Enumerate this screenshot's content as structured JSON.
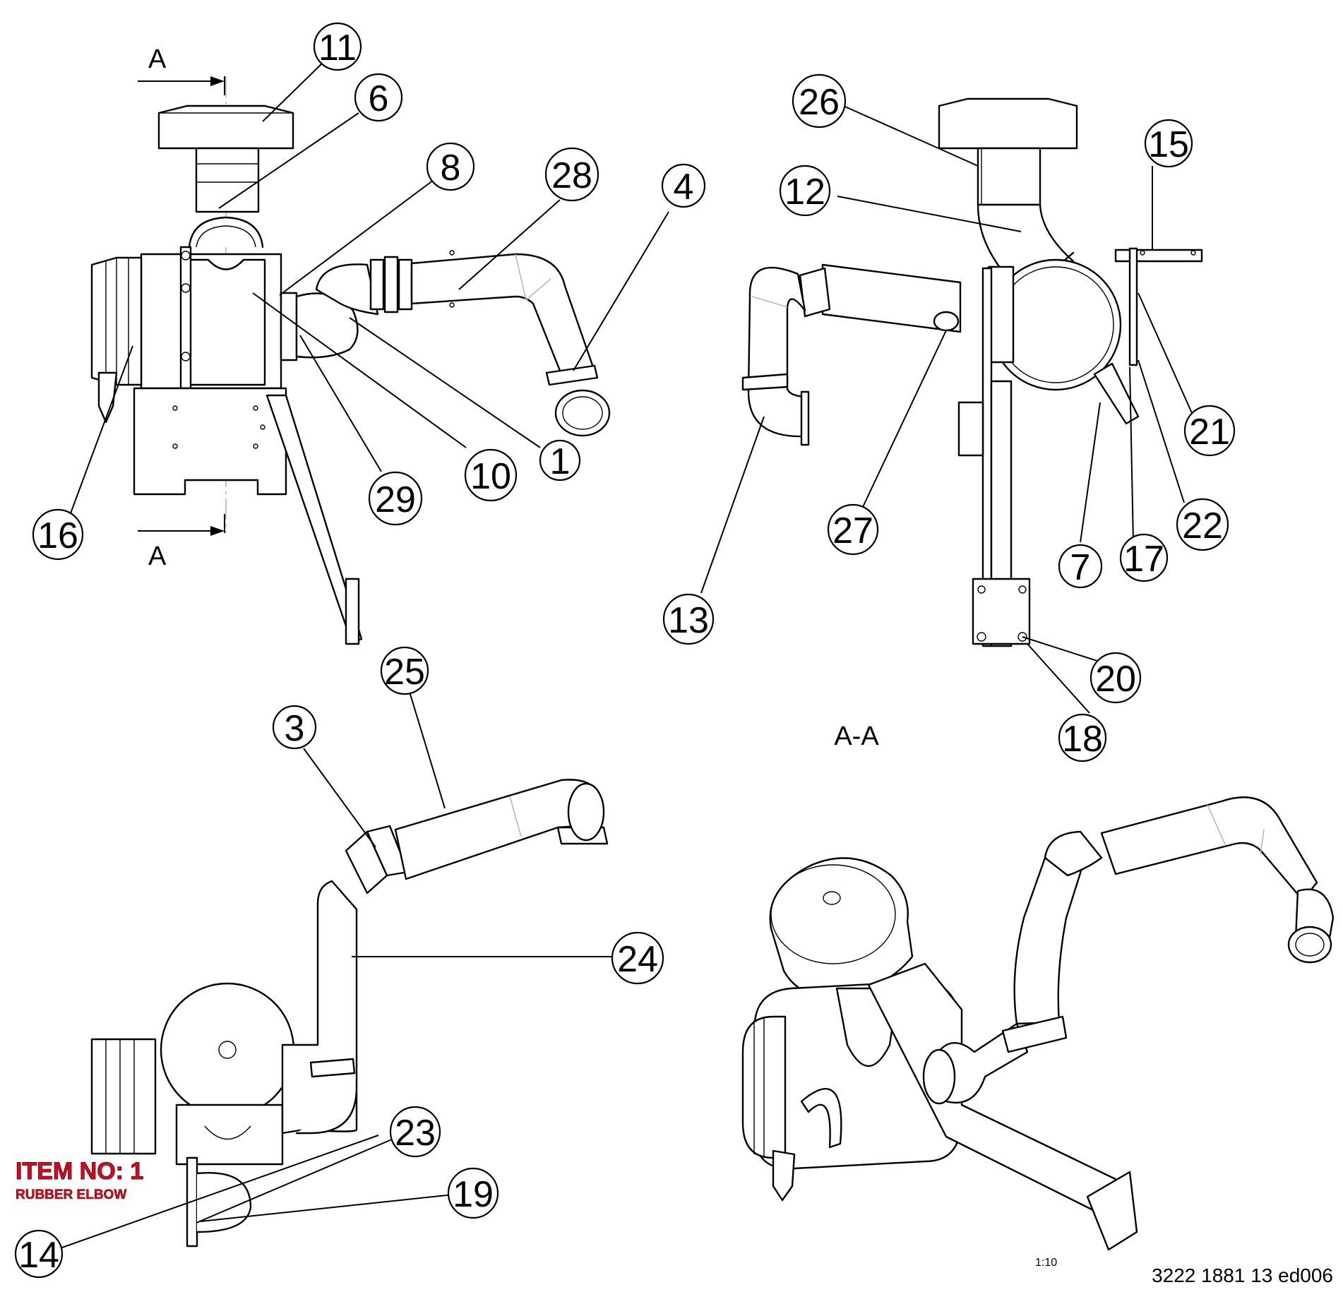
{
  "section_marks": {
    "top": "A",
    "bottom": "A"
  },
  "view_title": "A-A",
  "scale": "1:10",
  "document_number": "3222 1881 13 ed006",
  "highlight": {
    "item_no": "ITEM NO: 1",
    "description": "RUBBER ELBOW",
    "color": "#c8102e"
  },
  "callouts": [
    {
      "id": "c11",
      "label": "11"
    },
    {
      "id": "c6",
      "label": "6"
    },
    {
      "id": "c8",
      "label": "8"
    },
    {
      "id": "c28",
      "label": "28"
    },
    {
      "id": "c4",
      "label": "4"
    },
    {
      "id": "c16",
      "label": "16"
    },
    {
      "id": "c29",
      "label": "29"
    },
    {
      "id": "c10",
      "label": "10"
    },
    {
      "id": "c1",
      "label": "1"
    },
    {
      "id": "c26",
      "label": "26"
    },
    {
      "id": "c12",
      "label": "12"
    },
    {
      "id": "c15",
      "label": "15"
    },
    {
      "id": "c21",
      "label": "21"
    },
    {
      "id": "c22",
      "label": "22"
    },
    {
      "id": "c17",
      "label": "17"
    },
    {
      "id": "c7",
      "label": "7"
    },
    {
      "id": "c27",
      "label": "27"
    },
    {
      "id": "c13",
      "label": "13"
    },
    {
      "id": "c20",
      "label": "20"
    },
    {
      "id": "c18",
      "label": "18"
    },
    {
      "id": "c25",
      "label": "25"
    },
    {
      "id": "c3",
      "label": "3"
    },
    {
      "id": "c24",
      "label": "24"
    },
    {
      "id": "c23",
      "label": "23"
    },
    {
      "id": "c19",
      "label": "19"
    },
    {
      "id": "c14",
      "label": "14"
    }
  ]
}
